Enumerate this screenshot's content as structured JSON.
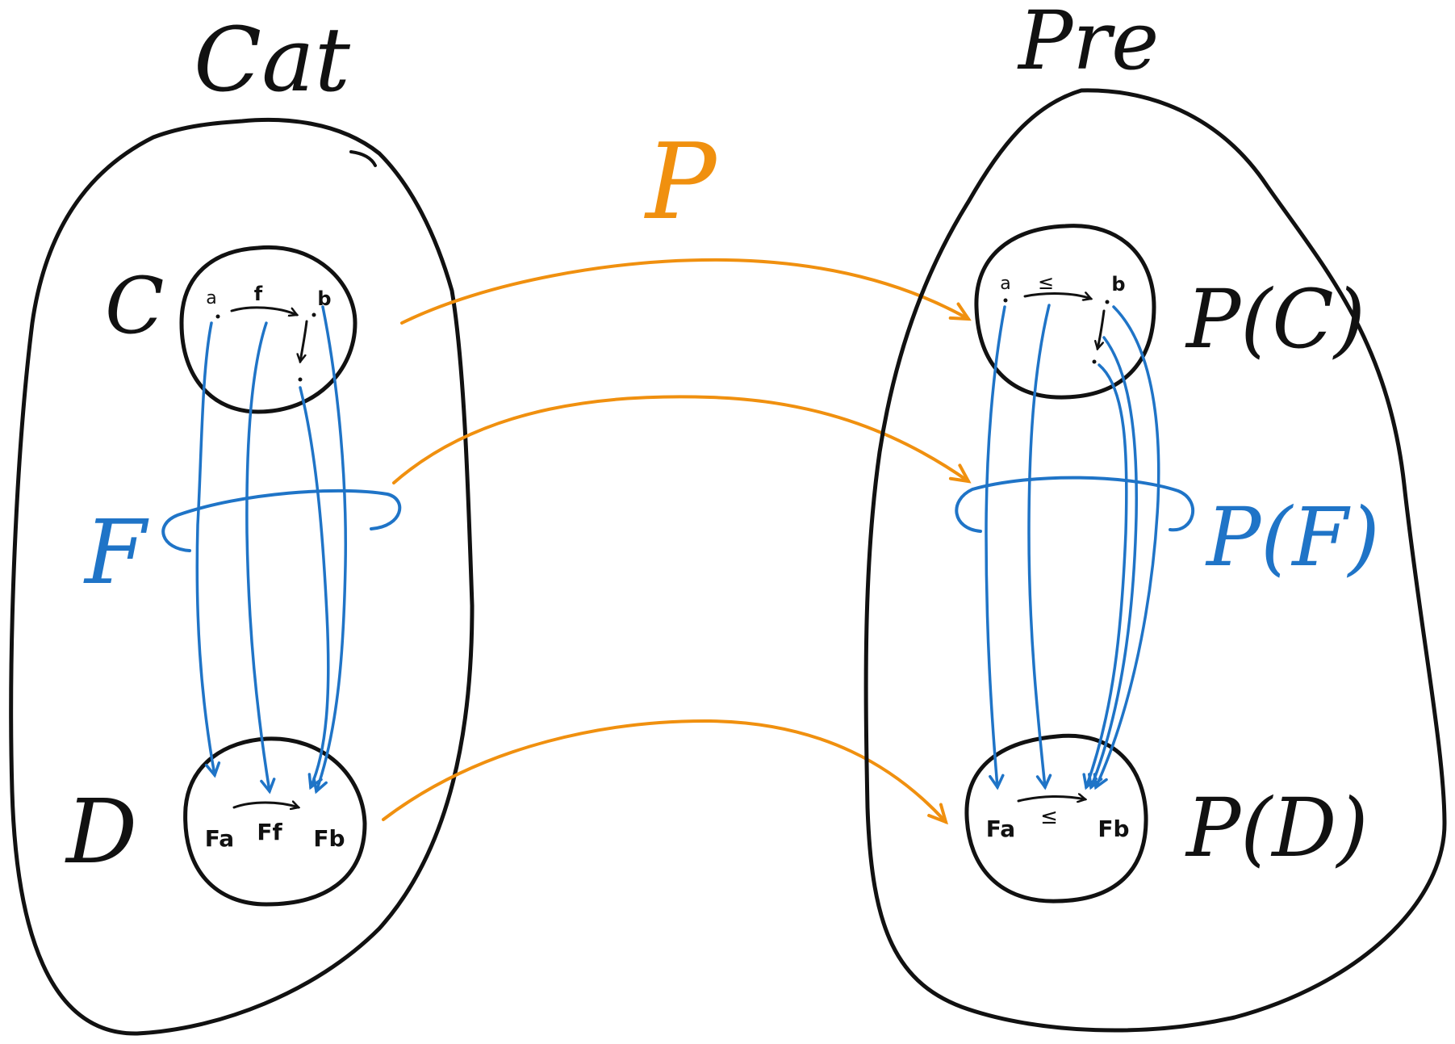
{
  "colors": {
    "black": "#111111",
    "orange": "#f0900f",
    "blue": "#1f74c7"
  },
  "cat": {
    "title": "Cat",
    "cat_c": {
      "label": "C",
      "objects": [
        "a",
        "b"
      ],
      "morphism": "f"
    },
    "cat_d": {
      "label": "D",
      "objects": [
        "Fa",
        "Fb"
      ],
      "morphism": "Ff"
    },
    "functor": "F"
  },
  "functor_p": {
    "label": "P"
  },
  "pre": {
    "title": "Pre",
    "pre_c": {
      "label": "P(C)",
      "objects": [
        "a",
        "b"
      ],
      "relation": "≤"
    },
    "pre_f": {
      "label": "P(F)"
    },
    "pre_d": {
      "label": "P(D)",
      "objects": [
        "Fa",
        "Fb"
      ],
      "relation": "≤"
    }
  }
}
